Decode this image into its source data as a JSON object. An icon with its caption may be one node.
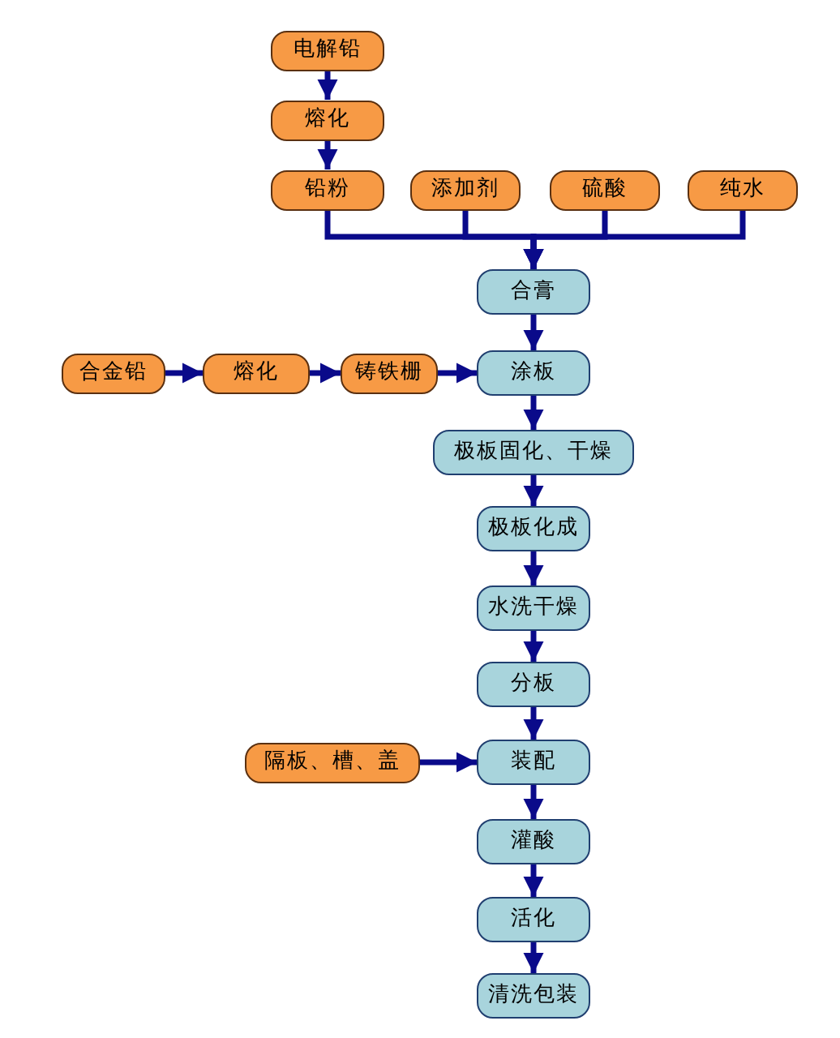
{
  "diagram": {
    "nodes": [
      {
        "text": [
          "电解铅"
        ]
      },
      {
        "text": [
          "熔化"
        ]
      },
      {
        "text": [
          "铅粉"
        ]
      },
      {
        "text": [
          "添加剂"
        ]
      },
      {
        "text": [
          "硫酸"
        ]
      },
      {
        "text": [
          "纯水"
        ]
      },
      {
        "text": [
          "合膏"
        ]
      },
      {
        "text": [
          "合金铅"
        ]
      },
      {
        "text": [
          "熔化"
        ]
      },
      {
        "text": [
          "铸铁栅"
        ]
      },
      {
        "text": [
          "涂板"
        ]
      },
      {
        "text": [
          "极板固化、干燥"
        ]
      },
      {
        "text": [
          "极板化成"
        ]
      },
      {
        "text": [
          "水洗干燥"
        ]
      },
      {
        "text": [
          "分板"
        ]
      },
      {
        "text": [
          "装配"
        ]
      },
      {
        "text": [
          "隔板、槽、盖"
        ]
      },
      {
        "text": [
          "灌酸"
        ]
      },
      {
        "text": [
          "活化"
        ]
      },
      {
        "text": [
          "清洗包装"
        ]
      }
    ],
    "edges": [
      {
        "from": 0,
        "to": 1,
        "arrow": "to"
      },
      {
        "from": 1,
        "to": 2,
        "arrow": "to"
      },
      {
        "from": 2,
        "to": 6,
        "arrow": "to"
      },
      {
        "from": 3,
        "to": 6,
        "arrow": "to"
      },
      {
        "from": 4,
        "to": 6,
        "arrow": "to"
      },
      {
        "from": 5,
        "to": 6,
        "arrow": "to"
      },
      {
        "from": 6,
        "to": 10,
        "arrow": "to"
      },
      {
        "from": 7,
        "to": 8,
        "arrow": "to"
      },
      {
        "from": 8,
        "to": 9,
        "arrow": "to"
      },
      {
        "from": 9,
        "to": 10,
        "arrow": "to"
      },
      {
        "from": 10,
        "to": 11,
        "arrow": "to"
      },
      {
        "from": 11,
        "to": 12,
        "arrow": "to"
      },
      {
        "from": 12,
        "to": 13,
        "arrow": "to"
      },
      {
        "from": 13,
        "to": 14,
        "arrow": "to"
      },
      {
        "from": 14,
        "to": 15,
        "arrow": "to"
      },
      {
        "from": 16,
        "to": 15,
        "arrow": "to"
      },
      {
        "from": 15,
        "to": 17,
        "arrow": "to"
      },
      {
        "from": 17,
        "to": 18,
        "arrow": "to"
      },
      {
        "from": 18,
        "to": 19,
        "arrow": "to"
      }
    ]
  }
}
